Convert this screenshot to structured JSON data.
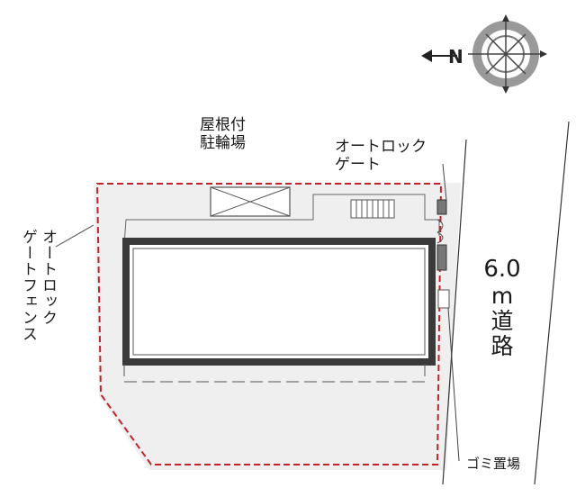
{
  "compass": {
    "north_letter": "N",
    "north_direction": "left"
  },
  "labels": {
    "bike_parking": [
      "屋根付",
      "駐輪場"
    ],
    "autolock_gate": [
      "オートロック",
      "ゲート"
    ],
    "autolock_gate_fence": [
      "オートロック",
      "ゲートフェンス"
    ],
    "road_width": "6.0",
    "road_unit": "m",
    "road_word": [
      "道",
      "路"
    ],
    "garbage_area": "ゴミ置場"
  },
  "colors": {
    "lot_fill": "#efefef",
    "boundary_dashed": "#c0242a",
    "building_outline": "#3a3a3a",
    "line": "#555555"
  }
}
